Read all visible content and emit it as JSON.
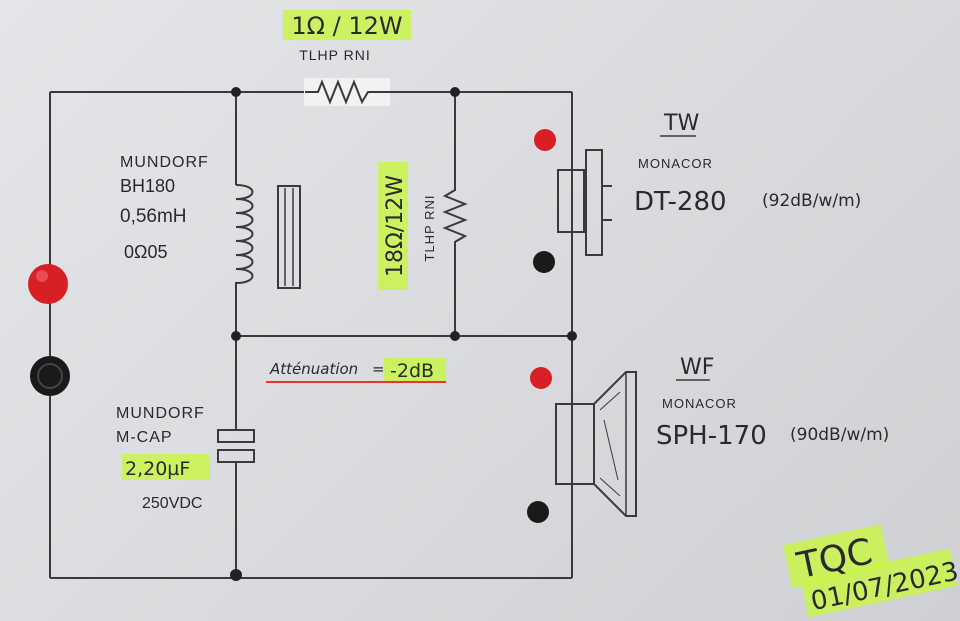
{
  "series_resistor": {
    "value": "1Ω / 12W",
    "type": "TLHP RNI"
  },
  "parallel_resistor": {
    "value": "18Ω/12W",
    "type": "TLHP RNI"
  },
  "inductor": {
    "brand": "MUNDORF",
    "model": "BH180",
    "inductance": "0,56mH",
    "resistance": "0Ω05"
  },
  "capacitor": {
    "brand": "MUNDORF",
    "model": "M-CAP",
    "capacitance": "2,20µF",
    "voltage": "250VDC"
  },
  "attenuation": {
    "label": "Atténuation",
    "value": "-2dB"
  },
  "tweeter": {
    "tag": "TW",
    "brand": "MONACOR",
    "model": "DT-280",
    "sensitivity": "(92dB/w/m)"
  },
  "woofer": {
    "tag": "WF",
    "brand": "MONACOR",
    "model": "SPH-170",
    "sensitivity": "(90dB/w/m)"
  },
  "stamp": {
    "name": "TQC",
    "date": "01/07/2023"
  },
  "colors": {
    "highlight": "#c9f54a",
    "terminal_positive": "#d81f26",
    "terminal_negative": "#1a1a1a",
    "ink": "#2a2a2e",
    "underline": "#e8353a"
  }
}
